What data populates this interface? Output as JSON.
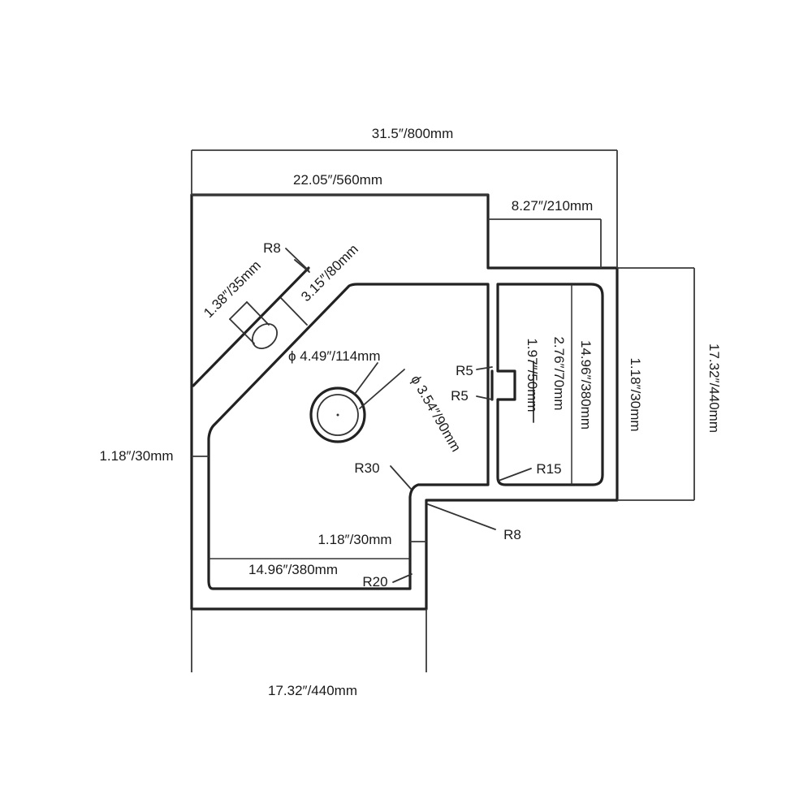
{
  "drawing": {
    "overall_width": "31.5″/800mm",
    "main_width": "22.05″/560mm",
    "drainboard_width": "8.27″/210mm",
    "overall_depth": "17.32″/440mm",
    "bottom_depth": "17.32″/440mm",
    "rim_right": "1.18″/30mm",
    "rim_left": "1.18″/30mm",
    "rim_bottom": "1.18″/30mm",
    "groove_length_right": "14.96″/380mm",
    "groove_length_bottom": "14.96″/380mm",
    "notch_depth": "2.76″/70mm",
    "notch_width": "1.97″/50mm",
    "corner_radius_r8_top": "R8",
    "corner_radius_r8_bottom": "R8",
    "corner_radius_r5_a": "R5",
    "corner_radius_r5_b": "R5",
    "corner_radius_r30": "R30",
    "corner_radius_r15": "R15",
    "corner_radius_r20": "R20",
    "faucet_hole": "1.38″/35mm",
    "faucet_offset": "3.15″/80mm",
    "drain_outer": "ϕ 4.49″/114mm",
    "drain_inner": "ϕ 3.54″/90mm"
  }
}
